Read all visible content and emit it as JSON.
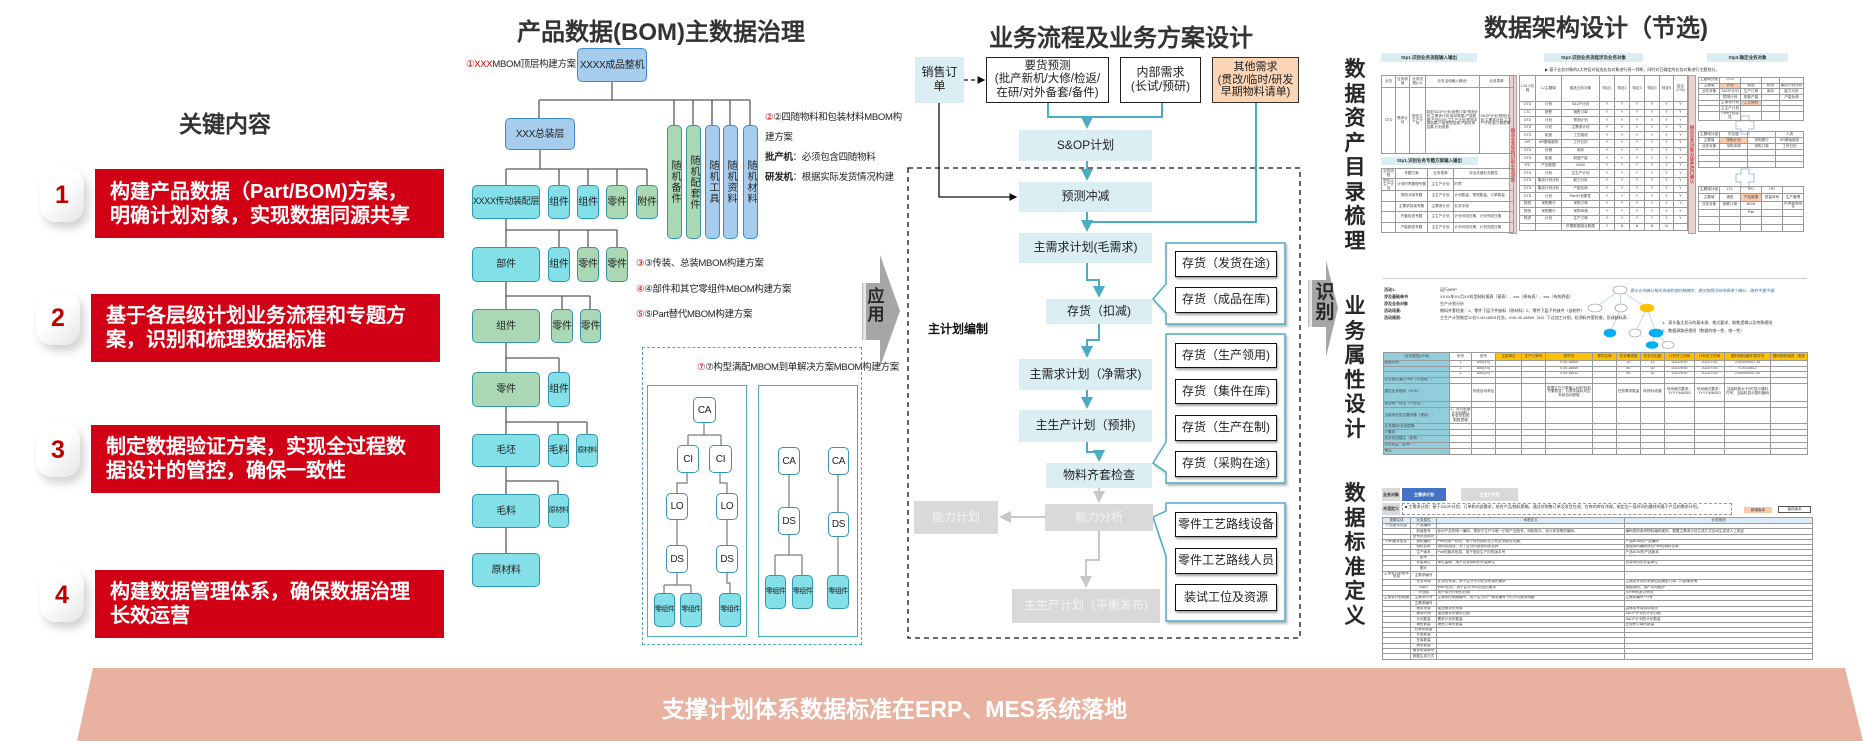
{
  "key_content": {
    "title": "关键内容",
    "items": [
      {
        "num": "1",
        "lines": [
          "构建产品数据（Part/BOM)方案，",
          "明确计划对象，实现数据同源共享"
        ]
      },
      {
        "num": "2",
        "lines": [
          "基于各层级计划业务流程和专题方",
          "案，识别和梳理数据标准"
        ]
      },
      {
        "num": "3",
        "lines": [
          "制定数据验证方案，实现全过程数",
          "据设计的管控，确保一致性"
        ]
      },
      {
        "num": "4",
        "lines": [
          "构建数据管理体系，确保数据治理",
          "长效运营"
        ]
      }
    ]
  },
  "bom": {
    "title": "产品数据(BOM)主数据治理",
    "note1": {
      "mark": "①XXX",
      "text": "MBOM顶层构建方案"
    },
    "note2": {
      "line1": "②四随物料和包装材料MBOM构",
      "line2": "建方案",
      "batch_label": "批产机",
      "batch_text": "：必须包含四随物料",
      "rd_label": "研发机",
      "rd_text": "：根据实际发货情况构建"
    },
    "note3": "③传装、总装MBOM构建方案",
    "note4": "④部件和其它零组件MBOM构建方案",
    "note5": "⑤Part替代MBOM构建方案",
    "note7": "⑦构型满配MBOM到单解决方案MBOM构建方案",
    "root": "XXXX成品整机",
    "assembly": "XXX总装层",
    "r3": [
      "XXXX传动装配层",
      "组件",
      "组件",
      "零件",
      "附件"
    ],
    "r4": [
      "部件",
      "组件",
      "零件",
      "零件"
    ],
    "r5": [
      "组件",
      "零件",
      "零件"
    ],
    "r6": [
      "零件",
      "组件"
    ],
    "r7": [
      "毛坯",
      "毛料",
      "原材料"
    ],
    "r8": [
      "毛料",
      "原材料"
    ],
    "r9": [
      "原材料"
    ],
    "accessories": [
      "随机备件",
      "随机配套件",
      "随机工具",
      "随机资料",
      "随机材料"
    ],
    "config_left": {
      "ca": "CA",
      "ci": [
        "CI",
        "CI"
      ],
      "lo": [
        "LO",
        "LO"
      ],
      "ds": [
        "DS",
        "DS"
      ],
      "parts": [
        "零组件",
        "零组件",
        "零组件"
      ]
    },
    "config_right": {
      "ca": [
        "CA",
        "CA"
      ],
      "ds": [
        "DS",
        "DS"
      ],
      "parts": [
        "零组件",
        "零组件",
        "零组件"
      ]
    }
  },
  "arrows": {
    "apply": "应用",
    "identify": "识别"
  },
  "flow": {
    "title": "业务流程及业务方案设计",
    "sales_order": [
      "销售订",
      "单"
    ],
    "forecast": [
      "要货预测",
      "(批产新机/大修/检返/",
      "在研/对外备套/备件)"
    ],
    "internal": [
      "内部需求",
      "(长试/预研)"
    ],
    "other": [
      "其他需求",
      "(贯改/临时/研发",
      "早期物料请单)"
    ],
    "sop": "S&OP计划",
    "deduct": "预测冲减",
    "mds_gross": "主需求计划(毛需求)",
    "inv_deduct": "存货（扣减)",
    "mds_net": "主需求计划（净需求)",
    "mps_pre": "主生产计划（预排)",
    "kit_check": "物料齐套检查",
    "cap_plan": "能力计划",
    "cap_analysis": "能力分析",
    "mps_release": "主生产计划（平衡发布)",
    "master_plan_label": "主计划编制",
    "callout1": [
      "存货（发货在途)",
      "存货（成品在库)"
    ],
    "callout2": [
      "存货（生产领用)",
      "存货（集件在库)",
      "存货（生产在制)",
      "存货（采购在途)"
    ],
    "callout3": [
      "零件工艺路线设备",
      "零件工艺路线人员",
      "装试工位及资源"
    ]
  },
  "arch": {
    "title": "数据架构设计（节选)",
    "label_catalog": "数据资产目录梳理",
    "label_attr": "业务属性设计",
    "label_std": "数据标准定义",
    "catalog": {
      "stp1_title": "Stp1.识别业务流程输入输出",
      "stp1": {
        "headers": [
          "业务",
          "业务领域",
          "业务流程(L3)",
          "业务活动输入输出*",
          "业务表单"
        ],
        "rows": [
          [
            "OTD",
            "需求计划",
            "制定主生产计划",
            "制定S&OP计划;销售订单;预测计划;主需求计划;库存数据;产能数据;产品BOM;主生产计划;预测冲减结果;产能核查结果;产能负荷结果;计划参数",
            "S&OP计划;预测计划;主需求计划;主生产计划;能力核查单"
          ]
        ]
      },
      "stp1b_title": "Stp1.识别业务专题方案输入输出",
      "stp1b": {
        "headers": [
          "业务流程",
          "专题方案",
          "业务表单",
          "涉及关键业务属性"
        ],
        "rows": [
          [
            "制定主生产计划",
            "计划时界管理专题",
            "主生产计划",
            "时界"
          ],
          [
            "",
            "预测冲减专题",
            "主生产计划",
            "计划数量、预测数量、订单数量"
          ],
          [
            "",
            "主需求扣减专题",
            "主需求计划",
            "业务字段"
          ],
          [
            "",
            "齐套检查专题",
            "主生产计划",
            "计划可用日期、计划完成日期"
          ],
          [
            "",
            "产能核查专题",
            "主生产计划",
            "计划可用日期、计划完成日期"
          ]
        ]
      },
      "bar1": "融合业务架构识别业务对象",
      "stp2_title": "Stp2.识别业务流程涉及业务对象",
      "stp2_note": "▶ 基于业务对象的5大特征对候选业务对象进行逐一判断，同时对已确定的业务对象进行主题划分。",
      "stp2": {
        "headers": [
          "L1/L2流程",
          "L2主题域",
          "候选业务对象",
          "特征1",
          "特征2",
          "特征3",
          "特征4",
          "特征5",
          "结论(Y/N)"
        ],
        "rows": [
          [
            "OTD",
            "计划",
            "S&OP计划",
            "Y",
            "Y",
            "Y",
            "Y",
            "Y",
            "Y"
          ],
          [
            "LTC",
            "销售",
            "销售订单",
            "Y",
            "Y",
            "Y",
            "Y",
            "Y",
            "Y"
          ],
          [
            "OTD",
            "计划",
            "预测计划",
            "Y",
            "Y",
            "Y",
            "Y",
            "Y",
            "Y"
          ],
          [
            "OTD",
            "计划",
            "主需求计划",
            "Y",
            "Y",
            "Y",
            "Y",
            "Y",
            "Y"
          ],
          [
            "OTD",
            "制造",
            "工艺路线",
            "Y",
            "Y",
            "Y",
            "Y",
            "Y",
            "Y"
          ],
          [
            "HR",
            "HR基础服务",
            "工作日历",
            "Y",
            "Y",
            "Y",
            "Y",
            "Y",
            "Y"
          ],
          [
            "OTD",
            "仓储",
            "库存",
            "Y",
            "Y",
            "Y",
            "Y",
            "Y",
            "Y"
          ],
          [
            "OTD",
            "制造",
            "制造产能",
            "Y",
            "Y",
            "Y",
            "Y",
            "Y",
            "Y"
          ],
          [
            "IPD",
            "产品数据",
            "BOM",
            "Y",
            "Y",
            "Y",
            "Y",
            "Y",
            "Y"
          ],
          [
            "OTD",
            "计划",
            "主生产计划",
            "Y",
            "Y",
            "Y",
            "Y",
            "Y",
            "Y"
          ],
          [
            "OTD",
            "集成计划分析",
            "能力分析",
            "Y",
            "Y",
            "Y",
            "Y",
            "Y",
            "Y"
          ],
          [
            "OTD",
            "集成计划分析",
            "产能负荷",
            "Y",
            "Y",
            "Y",
            "Y",
            "Y",
            "Y"
          ],
          [
            "OTD",
            "计划",
            "Part计划属性",
            "Y",
            "Y",
            "Y",
            "Y",
            "Y",
            "Y"
          ],
          [
            "物资",
            "采购履行",
            "采购订单",
            "Y",
            "Y",
            "Y",
            "Y",
            "Y",
            "Y"
          ],
          [
            "物资",
            "采购履行",
            "采购申请",
            "Y",
            "Y",
            "Y",
            "Y",
            "Y",
            "Y"
          ],
          [
            "物资",
            "计划",
            "生产订单",
            "Y",
            "Y",
            "Y",
            "Y",
            "Y",
            "Y"
          ],
          [
            "",
            "",
            "供需数据组合数据",
            "Y",
            "N",
            "N",
            "N",
            "N",
            ""
          ]
        ]
      },
      "bar2": "融合业务对象分级并进行确认",
      "stp3_title": "Stp3.确定业务对象",
      "stp3_t1": {
        "rows": [
          [
            "主题域分组",
            "OTD",
            "",
            "",
            ""
          ],
          [
            "主题域",
            "计划",
            "制造",
            "物流",
            "集成计划分析"
          ],
          [
            "业务对象",
            "S&OP计划",
            "生产订单",
            "库存",
            "能力分析"
          ],
          [
            "",
            "预测计划",
            "制造产能",
            "",
            "产能负荷"
          ],
          [
            "",
            "主需求计划",
            "工艺路线",
            "",
            ""
          ],
          [
            "",
            "主生产计划",
            "",
            "",
            ""
          ],
          [
            "",
            "Part计划属性",
            "",
            "",
            ""
          ]
        ]
      },
      "stp3_t2": {
        "rows": [
          [
            "主题域分组",
            "供应链",
            "",
            "人资"
          ],
          [
            "主题域",
            "采购计划",
            "采购履行",
            "HR基础服务"
          ],
          [
            "业务对象",
            "采购申请",
            "采购订单",
            "工作日历"
          ],
          [
            "",
            "",
            "",
            ""
          ],
          [
            "",
            "",
            "",
            ""
          ],
          [
            "",
            "",
            "",
            ""
          ]
        ]
      },
      "stp3_t3": {
        "rows": [
          [
            "主题域分组",
            "LTC",
            "IPD",
            "ITR",
            ""
          ],
          [
            "主题域",
            "销售",
            "产品数据",
            "质量体系",
            "生产管理"
          ],
          [
            "业务对象",
            "销售订单",
            "BOM",
            "",
            "供需数据组合"
          ],
          [
            "",
            "",
            "Part",
            "",
            ""
          ],
          [
            "",
            "",
            "",
            "",
            ""
          ],
          [
            "",
            "",
            "",
            "",
            ""
          ]
        ]
      }
    },
    "attr": {
      "info": [
        [
          "活动1:",
          "运行MRP"
        ],
        [
          "涉及基础单书",
          "XXXX年XX月XX机型制料报表（基表）、xxx（原始表）、xxx（系统界面）"
        ],
        [
          "涉及业务对象",
          "生产计划分析"
        ],
        [
          "活动场景:",
          "物料齐套检查：1、零件下层子件缺料（原材料）2、零件下层子件缺件（自制件）"
        ],
        [
          "活动规则:",
          "主生产计划制定10台X.00.18501任务，X0X.00.18509（84）下达加工计划，检测料齐套检查，形成缺料表"
        ]
      ],
      "diagram_notes": [
        "需与业务确认相关资源取值的精确性，建议按照活动场景逐个确认，做到不重不漏",
        "1、表头备注显示的基本源、格式要求、取数逻辑以及特殊规则",
        "2、数据源路径规则（数据的唯一性、唯一性）"
      ],
      "table": {
        "headers": [
          "*业务属性(CHN)",
          "序号",
          "型号",
          "主制单位",
          "生产订单号",
          "零件号",
          "零件名称",
          "任务需求数",
          "任务欠料数",
          "计划开工时间",
          "计划完工时间",
          "替料物料编号/零件号",
          "替料物料描述（零件"
        ],
        "rows": [
          [
            "数据示例",
            "1",
            "A50(XX)",
            "",
            "",
            "X.00.18509",
            "",
            "20",
            "15",
            "2022/5/30",
            "2022/7/30",
            "2100000001.34",
            ""
          ],
          [
            "",
            "2",
            "A50(XX)",
            "",
            "",
            "X.00.18509",
            "",
            "80",
            "30",
            "2022/5/30",
            "2022/7/30",
            "X.00.18512",
            ""
          ],
          [
            "",
            "3",
            "A50(XX)",
            "",
            "",
            "X.00.18512",
            "",
            "80",
            "30",
            "2022/5/30",
            "2022/7/30",
            "2100000001.34",
            ""
          ],
          [
            "业务属性值(CHN)（可选填）：",
            "",
            "",
            "",
            "",
            "",
            "",
            "",
            "",
            "",
            "",
            "",
            ""
          ],
          [
            "属性业务规则（CHN）：",
            "",
            "系统自动带出",
            "",
            "",
            "根据生产订单输入MRP检料齐套检查，为零件缺料对应系统自动获取",
            "",
            "任务需求数量",
            "待领料/成套",
            "时间格式要求：YYYY/MM/DD",
            "时间格式要求：YYYY/MM/DD",
            "当缺料数大于0时显示替料件号，当缺料显示替料编码",
            ""
          ],
          [
            "是否唯一特征（Y/为空）:",
            "",
            "",
            "",
            "",
            "",
            "",
            "",
            "",
            "",
            "",
            "",
            ""
          ],
          [
            "当前存在的主要问题（现状）：",
            "1、待与制造计划后确认任务欠料的取数逻辑",
            "",
            "",
            "",
            "",
            "",
            "",
            "",
            "",
            "",
            "",
            ""
          ],
          [
            "业务规则/业务逻辑:",
            "",
            "",
            "",
            "",
            "",
            "",
            "",
            "",
            "",
            "",
            "",
            ""
          ],
          [
            "IT需求:",
            "",
            "",
            "",
            "",
            "",
            "",
            "",
            "",
            "",
            "",
            "",
            ""
          ],
          [
            "初步改进建议（如有）：",
            "",
            "",
            "",
            "",
            "",
            "",
            "",
            "",
            "",
            "",
            "",
            ""
          ],
          [
            "改进收益（如有）：",
            "",
            "",
            "",
            "",
            "",
            "",
            "",
            "",
            "",
            "",
            "",
            ""
          ],
          [
            "备注",
            "",
            "",
            "",
            "",
            "",
            "",
            "",
            "",
            "",
            "",
            "",
            ""
          ]
        ]
      }
    },
    "std": {
      "obj_label": "业务对象",
      "tab_active": "主需求计划",
      "tab_inactive": "主生产计划",
      "def_label": "术语定义",
      "def_text": "■ 主需求计划：基于S&OP计划、订单和内部需求，结合产品/物料策略，通过对销售订单及发货在途、在库的库存冲减，制定出一段时间内最终的基于产品的需求计划。",
      "btn_new": "新增版本",
      "btn_save": "保存版本",
      "table": {
        "headers": [
          "逻辑实体",
          "业务属性",
          "术语定义",
          "业务规则"
        ],
        "rows": [
          [
            "产品基本信息",
            "产品编码",
            "",
            ""
          ],
          [
            "",
            "前面型号",
            "标识产品的唯一编码，是用于生产中唯一识别产品型号、研制批次、设计状态等的编码。",
            "编码规则参考物料编码规则，根据主需求计划生成方式自动生成或人工指定"
          ],
          [
            "",
            "型号状态标识",
            "",
            ""
          ],
          [
            "Part基本信息",
            "物料编码",
            "Part的唯一标识，用于标识物料在公司全流程的流通。",
            "产品BOM的产品编码"
          ],
          [
            "",
            "物料名称",
            "物料的描述，为了区分同类物料的名称",
            "根据物料编码对应Part的物料名称"
          ],
          [
            "",
            "生产版本",
            "Part的版本信息，用于指定生产时的版本号",
            "产品BOM的产品版本"
          ],
          [
            "",
            "图号",
            "",
            ""
          ],
          [
            "",
            "计量单位",
            "单位量纲，用于记录物料的计量单位",
            "记录物料的计量单位"
          ],
          [
            "",
            "图片",
            "",
            ""
          ],
          [
            "主需求计划基本信息",
            "主需求编号",
            "",
            ""
          ],
          [
            "",
            "任务来源",
            "任务的来源，用于区分不同任务来源的需求",
            "主需求计划的来源包括销售订单、内部需求等"
          ],
          [
            "",
            "WBS",
            "WBS任务，用于区分不同项目的需求",
            "根据规则，用户手动维护"
          ],
          [
            "",
            "计划期",
            "用于标识计划的日期",
            "与Part的批次有关"
          ],
          [
            "主需求计划明细",
            "主需求行号",
            "主需求的明细编号，用于区分同一需求编号下的不同需求明细",
            "主需求编号+行号"
          ],
          [
            "",
            "主需求编号",
            "",
            ""
          ],
          [
            "",
            "需求来源",
            "描述需求的来源",
            "由需求来源自动带出"
          ],
          [
            "",
            "需求时间",
            "描述需求的需求日期",
            "S&OP计划的计划日期"
          ],
          [
            "",
            "计划数量",
            "需求计划的数量",
            "S&OP计划的计划数量"
          ],
          [
            "",
            "销售数量",
            "销售订单的数量",
            "在现有订单的数量"
          ],
          [
            "",
            "已需求数量",
            "",
            ""
          ],
          [
            "",
            "在途数量",
            "",
            ""
          ],
          [
            "",
            "在库数量",
            "",
            ""
          ],
          [
            "",
            "需求数量",
            "",
            ""
          ],
          [
            "",
            "需求来源单号",
            "",
            ""
          ],
          [
            "",
            "数据生成方式",
            "",
            ""
          ]
        ]
      }
    }
  },
  "footer": {
    "text": "支撑计划体系数据标准在ERP、MES系统落地"
  },
  "colors": {
    "accent_red": "#D20014",
    "footer": "#E9B1A0",
    "flow_line": "#4BACC6",
    "node_blue": "#A7CDEE",
    "node_cyan": "#84E0E8",
    "node_green": "#AAD8B5",
    "peach": "#FBD5B5"
  }
}
